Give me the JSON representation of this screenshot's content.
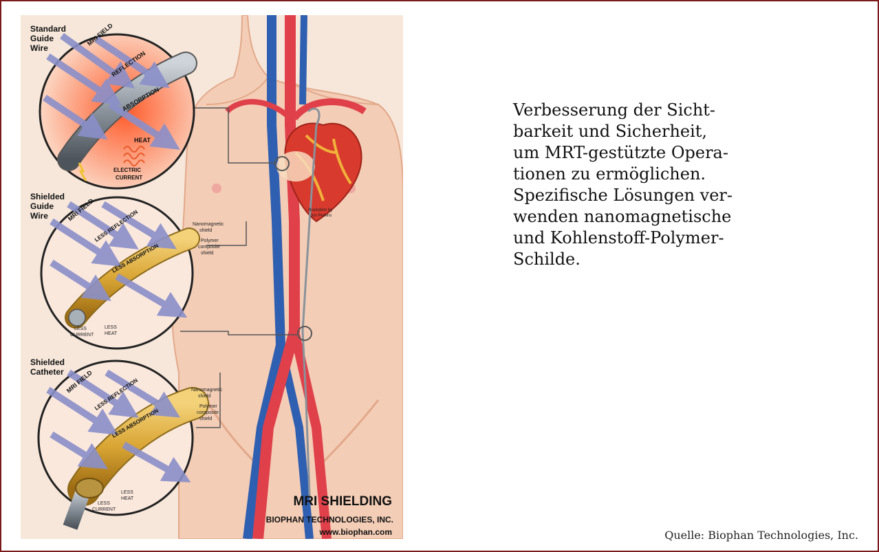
{
  "caption_lines": [
    "Verbesserung der Sicht-",
    "barkeit und Sicherheit,",
    "um MRT-gestützte Opera-",
    "tionen zu ermöglichen.",
    "Spezifische Lösungen ver-",
    "wenden nanomagnetische",
    "und Kohlenstoff-Polymer-",
    "Schilde."
  ],
  "source": "Quelle: Biophan Technologies, Inc.",
  "figure": {
    "panel1": {
      "title": [
        "Standard",
        "Guide",
        "Wire"
      ],
      "mri_field": "MRI FIELD",
      "reflection": "REFLECTION",
      "absorption": "ABSORPTION",
      "heat": "HEAT",
      "current": [
        "ELECTRIC",
        "CURRENT"
      ]
    },
    "panel2": {
      "title": [
        "Shielded",
        "Guide",
        "Wire"
      ],
      "mri_field": "MRI FIELD",
      "reflection": "LESS REFLECTION",
      "absorption": "LESS ABSORPTION",
      "current": [
        "LESS",
        "CURRENT"
      ],
      "heat": [
        "LESS",
        "HEAT"
      ]
    },
    "panel3": {
      "title": [
        "Shielded",
        "Catheter"
      ],
      "mri_field": "MRI FIELD",
      "reflection": "LESS REFLECTION",
      "absorption": "LESS ABSORPTION",
      "current": [
        "LESS",
        "CURRENT"
      ],
      "heat": [
        "LESS",
        "HEAT"
      ]
    },
    "shield_labels": [
      "Nanomagnetic",
      "shield",
      "Polymer",
      "composite",
      "shield"
    ],
    "illustration_credit": [
      "Illustration by",
      "Jon Perkins"
    ],
    "headline": "MRI SHIELDING",
    "company": "BIOPHAN TECHNOLOGIES, INC.",
    "url": "www.biophan.com"
  },
  "colors": {
    "frame": "#7a1a1a",
    "artery": "#e0404a",
    "vein": "#2f5fb0",
    "arrow": "#8a8fc9",
    "wire_gold": "#d9a534",
    "heat": "#e85a2a"
  }
}
